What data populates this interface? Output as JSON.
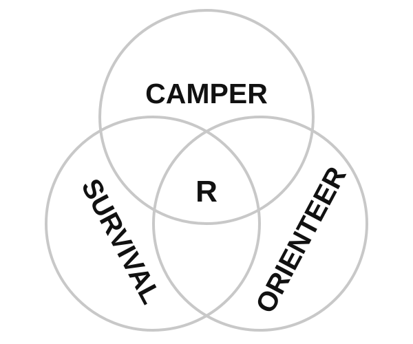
{
  "diagram": {
    "type": "venn-3",
    "colors": {
      "circle_stroke": "#c8c8c8",
      "label_text": "#111111"
    },
    "sets": [
      {
        "label": "CAMPER"
      },
      {
        "label": "SURVIVAL"
      },
      {
        "label": "ORIENTEER"
      }
    ],
    "intersection_label": "R"
  }
}
